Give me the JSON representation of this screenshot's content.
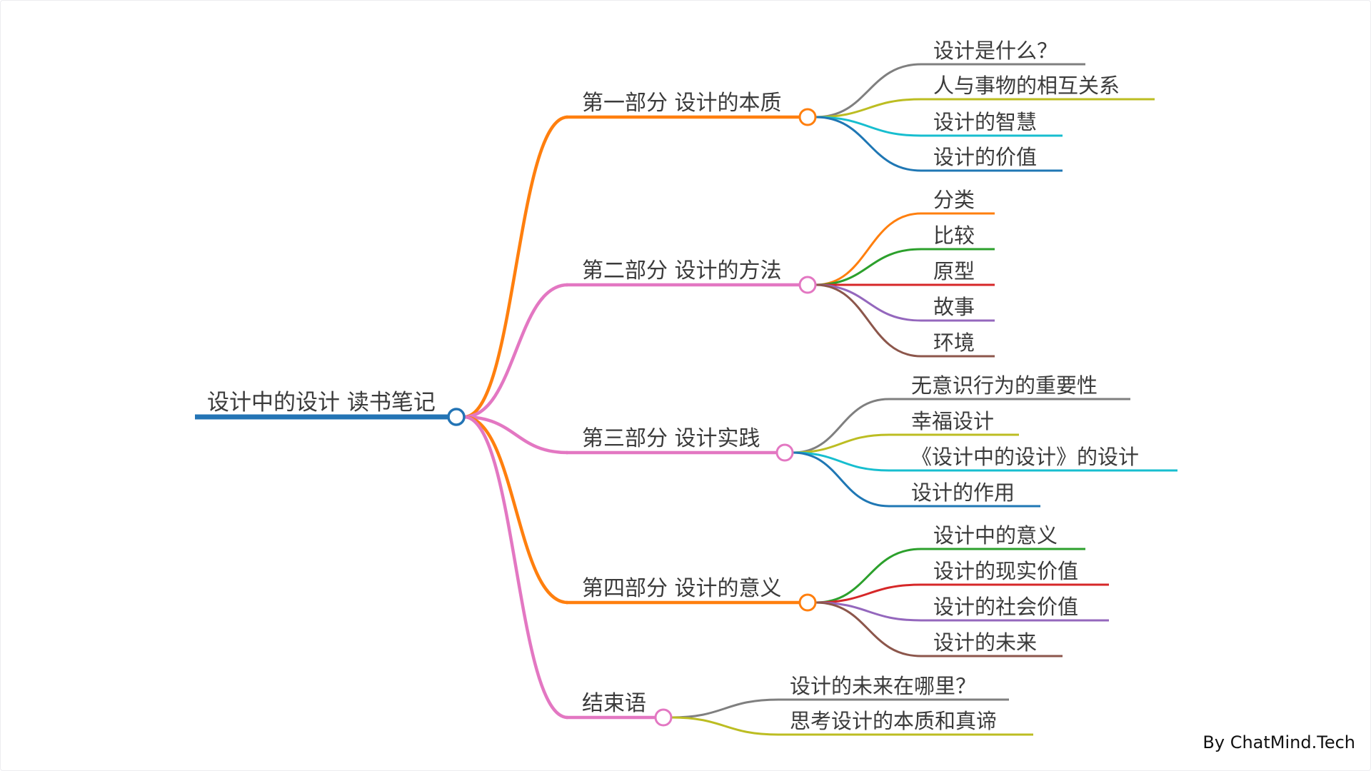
{
  "root": {
    "label": "设计中的设计 读书笔记",
    "color": "#2374b5"
  },
  "branches": [
    {
      "label": "第一部分 设计的本质",
      "color": "#ff7f0e",
      "children": [
        {
          "label": "设计是什么？",
          "color": "#7f7f7f"
        },
        {
          "label": "人与事物的相互关系",
          "color": "#bcbd22"
        },
        {
          "label": "设计的智慧",
          "color": "#17becf"
        },
        {
          "label": "设计的价值",
          "color": "#1f77b4"
        }
      ]
    },
    {
      "label": "第二部分 设计的方法",
      "color": "#e377c2",
      "children": [
        {
          "label": "分类",
          "color": "#ff7f0e"
        },
        {
          "label": "比较",
          "color": "#2ca02c"
        },
        {
          "label": "原型",
          "color": "#d62728"
        },
        {
          "label": "故事",
          "color": "#9467bd"
        },
        {
          "label": "环境",
          "color": "#8c564b"
        }
      ]
    },
    {
      "label": "第三部分 设计实践",
      "color": "#e377c2",
      "children": [
        {
          "label": "无意识行为的重要性",
          "color": "#7f7f7f"
        },
        {
          "label": "幸福设计",
          "color": "#bcbd22"
        },
        {
          "label": "《设计中的设计》的设计",
          "color": "#17becf"
        },
        {
          "label": "设计的作用",
          "color": "#1f77b4"
        }
      ]
    },
    {
      "label": "第四部分 设计的意义",
      "color": "#ff7f0e",
      "children": [
        {
          "label": "设计中的意义",
          "color": "#2ca02c"
        },
        {
          "label": "设计的现实价值",
          "color": "#d62728"
        },
        {
          "label": "设计的社会价值",
          "color": "#9467bd"
        },
        {
          "label": "设计的未来",
          "color": "#8c564b"
        }
      ]
    },
    {
      "label": "结束语",
      "color": "#e377c2",
      "children": [
        {
          "label": "设计的未来在哪里？",
          "color": "#7f7f7f"
        },
        {
          "label": "思考设计的本质和真谛",
          "color": "#bcbd22"
        }
      ]
    }
  ],
  "watermark": "By ChatMind.Tech"
}
